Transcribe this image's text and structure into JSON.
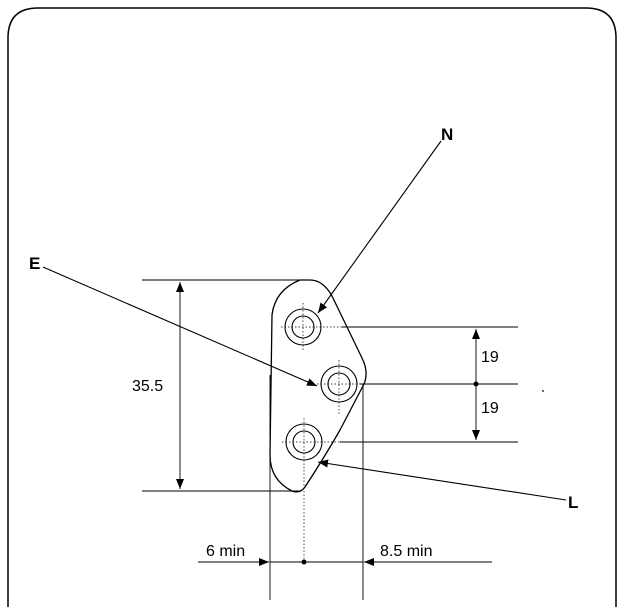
{
  "diagram": {
    "labels": {
      "neutral": "N",
      "earth": "E",
      "line": "L"
    },
    "dimensions": {
      "height": "35.5",
      "pitch_upper": "19",
      "pitch_lower": "19",
      "left_min": "6 min",
      "right_min": "8.5 min"
    }
  }
}
